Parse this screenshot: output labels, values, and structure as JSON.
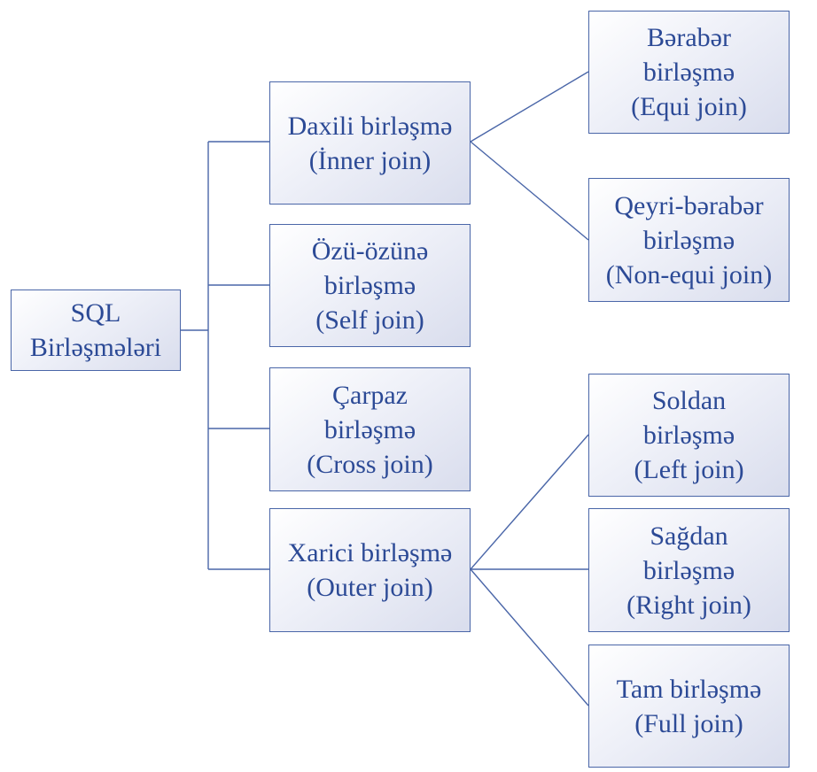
{
  "colors": {
    "line": "#4a66a8",
    "text": "#2c4a96",
    "fill_light": "#ffffff",
    "fill_dark": "#d9dded"
  },
  "root": {
    "lines": [
      "SQL",
      "Birləşmələri"
    ]
  },
  "level1": [
    {
      "lines": [
        "Daxili birləşmə",
        "(İnner join)"
      ]
    },
    {
      "lines": [
        "Özü-özünə",
        "birləşmə",
        "(Self join)"
      ]
    },
    {
      "lines": [
        "Çarpaz",
        "birləşmə",
        "(Cross join)"
      ]
    },
    {
      "lines": [
        "Xarici birləşmə",
        "(Outer join)"
      ]
    }
  ],
  "inner_children": [
    {
      "lines": [
        "Bərabər",
        "birləşmə",
        "(Equi join)"
      ]
    },
    {
      "lines": [
        "Qeyri-bərabər",
        "birləşmə",
        "(Non-equi join)"
      ]
    }
  ],
  "outer_children": [
    {
      "lines": [
        "Soldan",
        "birləşmə",
        "(Left join)"
      ]
    },
    {
      "lines": [
        "Sağdan",
        "birləşmə",
        "(Right join)"
      ]
    },
    {
      "lines": [
        "Tam birləşmə",
        "(Full join)"
      ]
    }
  ]
}
